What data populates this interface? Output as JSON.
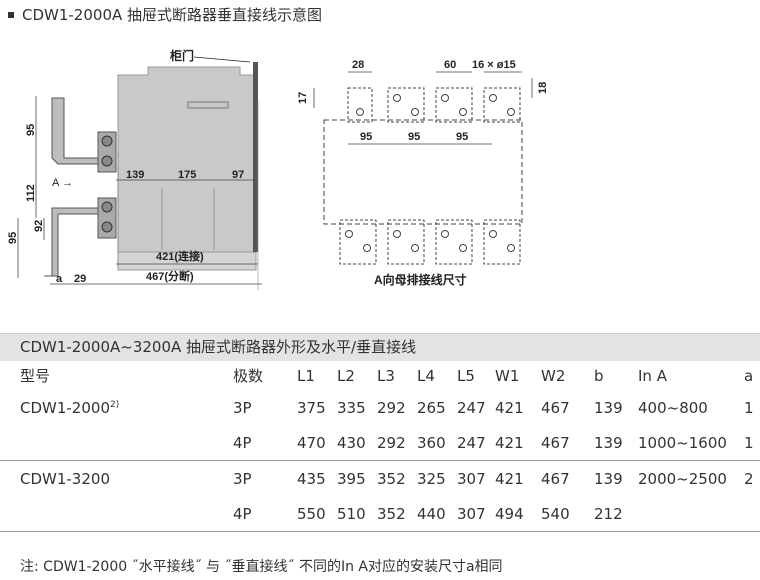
{
  "heading": "CDW1-2000A 抽屉式断路器垂直接线示意图",
  "side_view": {
    "door_label": "柜门",
    "arrow_label": "A",
    "arrow_glyph": "→",
    "dims": {
      "left_95_top": "95",
      "left_112": "112",
      "left_92": "92",
      "left_95_bottom": "95",
      "h_139": "139",
      "h_175": "175",
      "h_97": "97",
      "h_421": "421(连接)",
      "h_467": "467(分断)",
      "bottom_a": "a",
      "bottom_29": "29"
    }
  },
  "busbar_view": {
    "dims": {
      "d28": "28",
      "d60": "60",
      "holes": "16 × ø15",
      "d17": "17",
      "d18": "18",
      "s1": "95",
      "s2": "95",
      "s3": "95"
    },
    "caption": "A向母排接线尺寸"
  },
  "spec_table": {
    "title": "CDW1-2000A~3200A 抽屉式断路器外形及水平/垂直接线",
    "headers": [
      "型号",
      "极数",
      "L1",
      "L2",
      "L3",
      "L4",
      "L5",
      "W1",
      "W2",
      "b",
      "In  A",
      "a"
    ],
    "rows": [
      {
        "model": "CDW1-2000",
        "model_sup": "2)",
        "cells": [
          "3P",
          "375",
          "335",
          "292",
          "265",
          "247",
          "421",
          "467",
          "139",
          "400~800",
          "1"
        ]
      },
      {
        "model": "",
        "model_sup": "",
        "cells": [
          "4P",
          "470",
          "430",
          "292",
          "360",
          "247",
          "421",
          "467",
          "139",
          "1000~1600",
          "1"
        ]
      },
      {
        "model": "CDW1-3200",
        "model_sup": "",
        "cells": [
          "3P",
          "435",
          "395",
          "352",
          "325",
          "307",
          "421",
          "467",
          "139",
          "2000~2500",
          "2"
        ]
      },
      {
        "model": "",
        "model_sup": "",
        "cells": [
          "4P",
          "550",
          "510",
          "352",
          "440",
          "307",
          "494",
          "540",
          "212",
          "",
          ""
        ]
      }
    ]
  },
  "note": "注: CDW1-2000 ˝水平接线˝ 与 ˝垂直接线˝ 不同的In A对应的安装尺寸a相同"
}
